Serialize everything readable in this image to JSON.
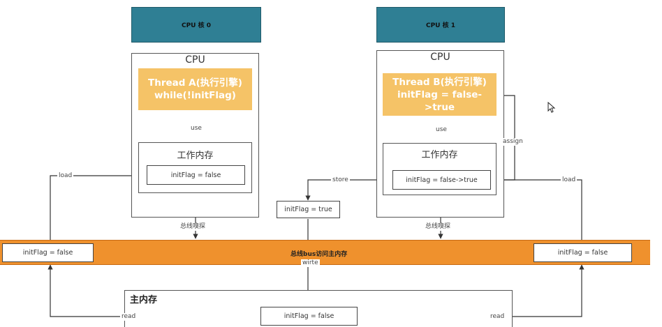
{
  "cores": [
    {
      "header": "CPU 核 0",
      "cpu_label": "CPU",
      "engine_line1": "Thread A(执行引擎)",
      "engine_line2": "while(!initFlag)",
      "use_label": "use",
      "working_memory": "工作内存",
      "var_value": "initFlag = false",
      "sniff_label": "总线嗅探"
    },
    {
      "header": "CPU 核 1",
      "cpu_label": "CPU",
      "engine_line1": "Thread B(执行引擎)",
      "engine_line2": "initFlag = false->true",
      "use_label": "use",
      "working_memory": "工作内存",
      "var_value": "initFlag = false->true",
      "sniff_label": "总线嗅探"
    }
  ],
  "assign_label": "assign",
  "store_label": "store",
  "store_value": "initFlag = true",
  "write_label": "wirte",
  "bus": {
    "label": "总线bus访问主内存",
    "left_value": "initFlag = false",
    "right_value": "initFlag = false"
  },
  "load_left": "load",
  "load_right": "load",
  "read_left": "read",
  "read_right": "read",
  "main_memory": {
    "title": "主内存",
    "value": "initFlag = false"
  },
  "colors": {
    "core_header": "#2f7f94",
    "engine": "#f5c367",
    "bus": "#ef912d"
  }
}
